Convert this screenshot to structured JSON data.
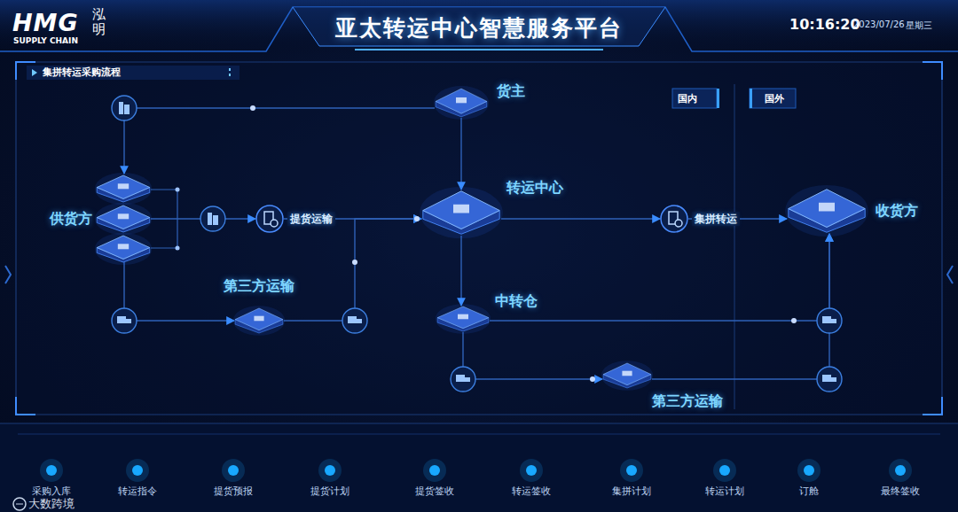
{
  "diagram": {
    "title": "亚太转运中心智慧服务平台",
    "nodes": [
      {
        "text": [
          "货主"
        ]
      },
      {
        "text": [
          "供货方"
        ]
      },
      {
        "text": [
          "提货运输"
        ]
      },
      {
        "text": [
          "第三方运输"
        ]
      },
      {
        "text": [
          "转运中心"
        ]
      },
      {
        "text": [
          "集拼转运"
        ]
      },
      {
        "text": [
          "收货方"
        ]
      },
      {
        "text": [
          "中转仓"
        ]
      },
      {
        "text": [
          "第三方运输"
        ]
      }
    ],
    "edges": [
      {
        "from": 0,
        "to": 1,
        "arrow": "to"
      },
      {
        "from": 0,
        "to": 4,
        "arrow": "to"
      },
      {
        "from": 1,
        "to": 2,
        "arrow": "to"
      },
      {
        "from": 2,
        "to": 4,
        "arrow": "to"
      },
      {
        "from": 1,
        "to": 3,
        "arrow": "to"
      },
      {
        "from": 3,
        "to": 4,
        "arrow": "to"
      },
      {
        "from": 4,
        "to": 5,
        "arrow": "to"
      },
      {
        "from": 5,
        "to": 6,
        "arrow": "to"
      },
      {
        "from": 4,
        "to": 7,
        "arrow": "to"
      },
      {
        "from": 7,
        "to": 6,
        "arrow": "to"
      },
      {
        "from": 7,
        "to": 8,
        "arrow": "to"
      },
      {
        "from": 8,
        "to": 6,
        "arrow": "to"
      }
    ],
    "labels": [
      "HMG",
      "SUPPLY CHAIN",
      "泓明",
      "10:16:20",
      "2023/07/26",
      "星期三",
      "集拼转运采购流程",
      "国内",
      "国外",
      "采购入库",
      "转运指令",
      "提货预报",
      "提货计划",
      "提货签收",
      "转运签收",
      "集拼计划",
      "转运计划",
      "订舱",
      "最终签收",
      "大数跨境"
    ]
  }
}
